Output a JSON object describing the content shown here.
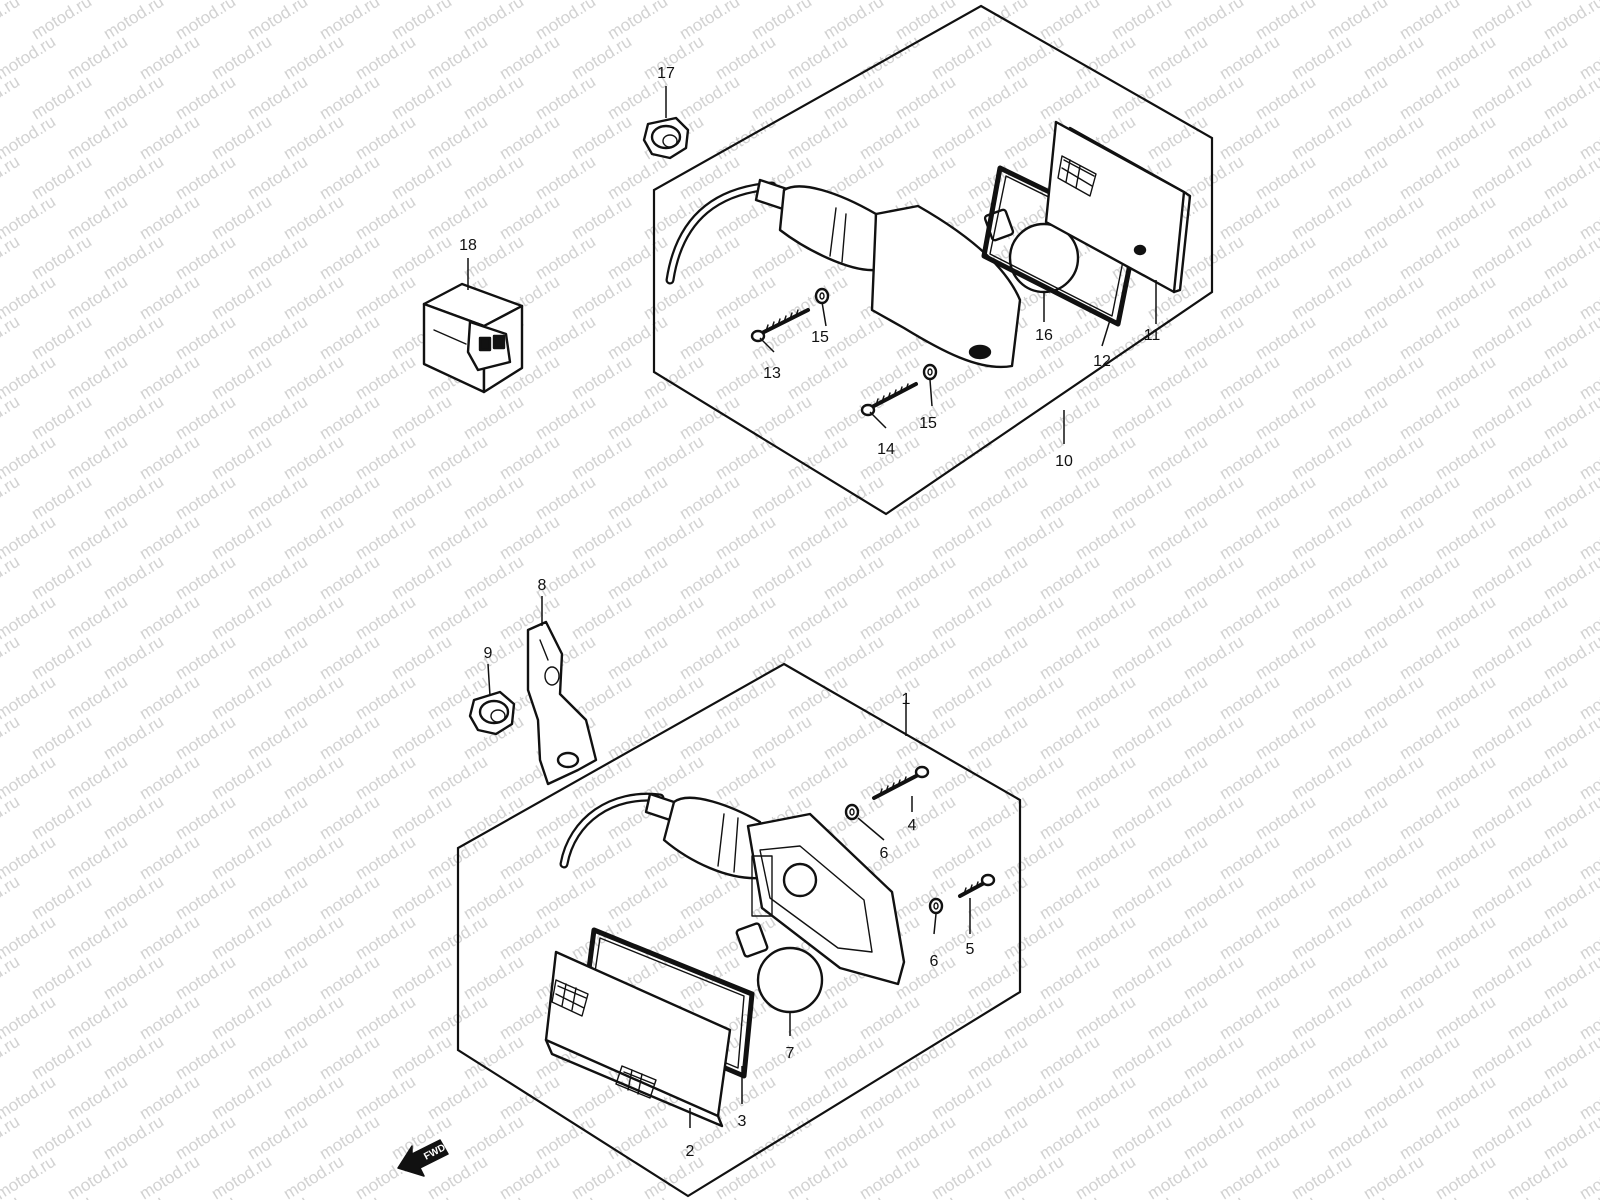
{
  "watermark": {
    "text": "motod.ru"
  },
  "colors": {
    "ink": "#111111",
    "watermark": "#d2d2d2",
    "background": "#ffffff"
  },
  "fwd_arrow": {
    "label": "FWD"
  },
  "callouts": {
    "p1": "1",
    "p2": "2",
    "p3": "3",
    "p4": "4",
    "p5": "5",
    "p6a": "6",
    "p6b": "6",
    "p7": "7",
    "p8": "8",
    "p9": "9",
    "p10": "10",
    "p11": "11",
    "p12": "12",
    "p13": "13",
    "p14": "14",
    "p15a": "15",
    "p15b": "15",
    "p16": "16",
    "p17": "17",
    "p18": "18"
  }
}
